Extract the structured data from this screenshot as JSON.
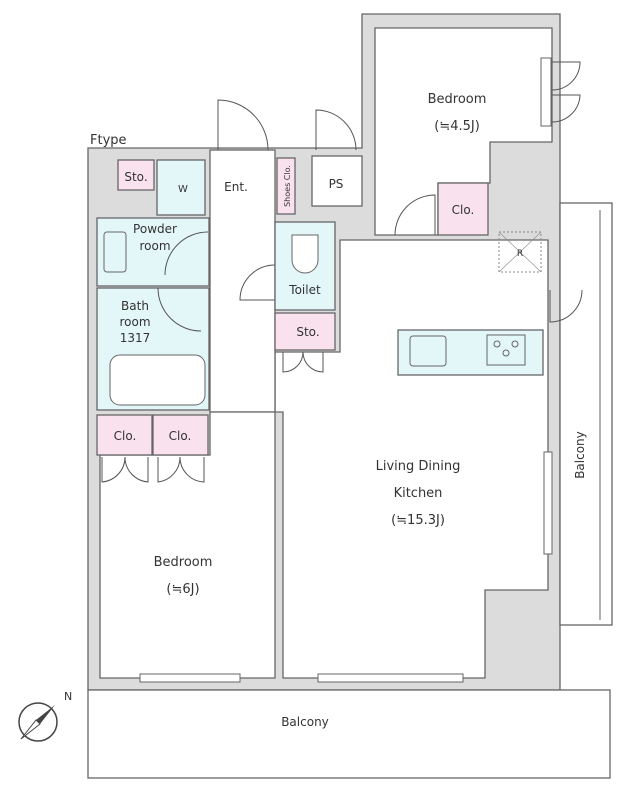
{
  "plan_type": "Ftype",
  "rooms": {
    "bedroom_top": {
      "name": "Bedroom",
      "size": "(≒4.5J)"
    },
    "bedroom_left": {
      "name": "Bedroom",
      "size": "(≒6J)"
    },
    "ldk": {
      "line1": "Living Dining",
      "line2": "Kitchen",
      "size": "(≒15.3J)"
    },
    "entrance": "Ent.",
    "shoes_closet": "Shoes Clo.",
    "ps": "PS",
    "storage_top": "Sto.",
    "washer": "W",
    "powder_room": {
      "line1": "Powder",
      "line2": "room"
    },
    "bathroom": {
      "line1": "Bath",
      "line2": "room",
      "line3": "1317"
    },
    "toilet": "Toilet",
    "storage_mid": "Sto.",
    "closet_top": "Clo.",
    "closet_left_1": "Clo.",
    "closet_left_2": "Clo.",
    "refrigerator_mark": "R",
    "balcony_bottom": "Balcony",
    "balcony_right": "Balcony"
  },
  "compass": {
    "label": "N"
  },
  "colors": {
    "wall": "#dcdcdc",
    "wet": "#e3f6f8",
    "storage": "#f9e1ee"
  }
}
